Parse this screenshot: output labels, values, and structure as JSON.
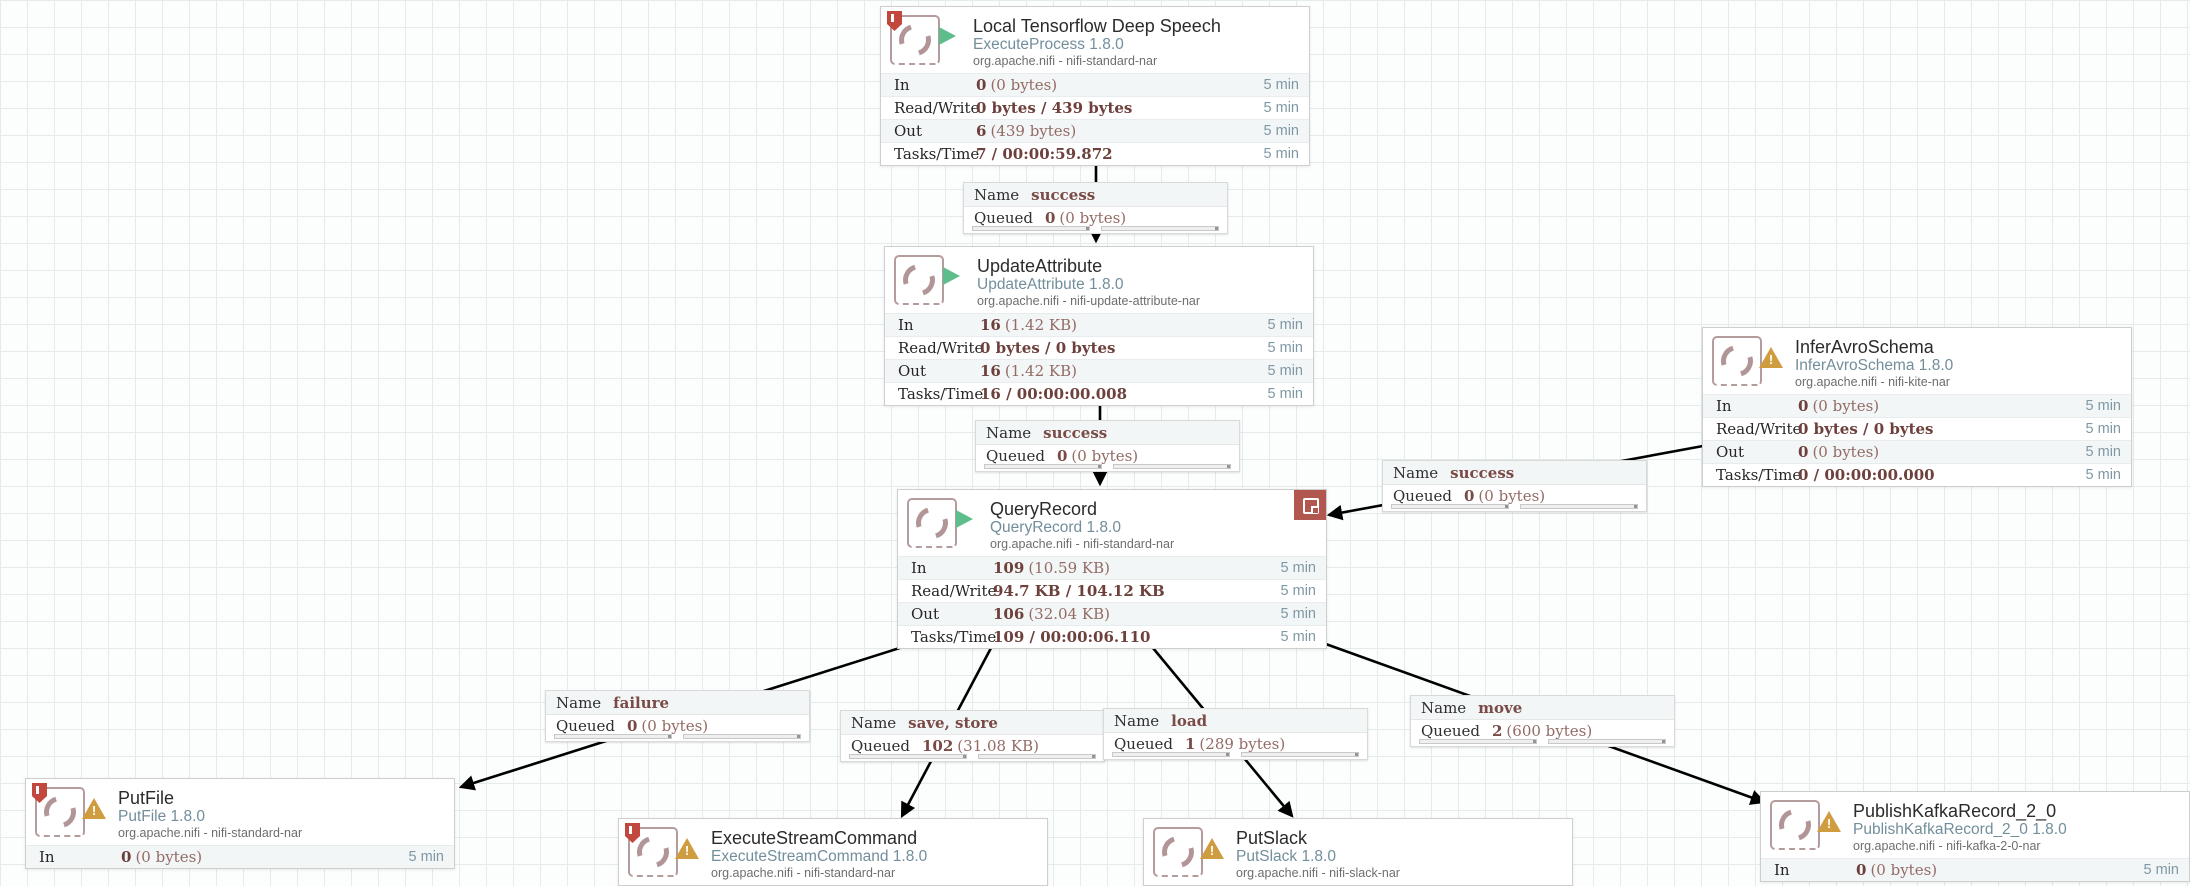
{
  "labels": {
    "name": "Name",
    "queued": "Queued",
    "stat_in": "In",
    "stat_read_write": "Read/Write",
    "stat_out": "Out",
    "stat_tasks_time": "Tasks/Time",
    "window": "5 min"
  },
  "colors": {
    "run_green": "#5dbe8c",
    "warning_amber": "#cf9c3f",
    "restricted_red": "#c2473d",
    "bulletin_red": "#b1574f",
    "value_maroon": "#7a4a46",
    "type_blue_gray": "#728e9b",
    "window_blue": "#7f98a5",
    "grid_line": "#e4ebeb"
  },
  "processors": [
    {
      "id": "p1",
      "title": "Local Tensorflow Deep Speech",
      "type": "ExecuteProcess 1.8.0",
      "bundle": "org.apache.nifi - nifi-standard-nar",
      "status": "running",
      "restricted": true,
      "bulletin": false,
      "stats": [
        {
          "label": "In",
          "bold": "0",
          "rest": "(0 bytes)",
          "window": "5 min"
        },
        {
          "label": "Read/Write",
          "bold": "0 bytes / 439 bytes",
          "rest": "",
          "window": "5 min"
        },
        {
          "label": "Out",
          "bold": "6",
          "rest": "(439 bytes)",
          "window": "5 min"
        },
        {
          "label": "Tasks/Time",
          "bold": "7 / 00:00:59.872",
          "rest": "",
          "window": "5 min"
        }
      ]
    },
    {
      "id": "ua",
      "title": "UpdateAttribute",
      "type": "UpdateAttribute 1.8.0",
      "bundle": "org.apache.nifi - nifi-update-attribute-nar",
      "status": "running",
      "restricted": false,
      "bulletin": false,
      "stats": [
        {
          "label": "In",
          "bold": "16",
          "rest": "(1.42 KB)",
          "window": "5 min"
        },
        {
          "label": "Read/Write",
          "bold": "0 bytes / 0 bytes",
          "rest": "",
          "window": "5 min"
        },
        {
          "label": "Out",
          "bold": "16",
          "rest": "(1.42 KB)",
          "window": "5 min"
        },
        {
          "label": "Tasks/Time",
          "bold": "16 / 00:00:00.008",
          "rest": "",
          "window": "5 min"
        }
      ]
    },
    {
      "id": "ias",
      "title": "InferAvroSchema",
      "type": "InferAvroSchema 1.8.0",
      "bundle": "org.apache.nifi - nifi-kite-nar",
      "status": "warning",
      "restricted": false,
      "bulletin": false,
      "stats": [
        {
          "label": "In",
          "bold": "0",
          "rest": "(0 bytes)",
          "window": "5 min"
        },
        {
          "label": "Read/Write",
          "bold": "0 bytes / 0 bytes",
          "rest": "",
          "window": "5 min"
        },
        {
          "label": "Out",
          "bold": "0",
          "rest": "(0 bytes)",
          "window": "5 min"
        },
        {
          "label": "Tasks/Time",
          "bold": "0 / 00:00:00.000",
          "rest": "",
          "window": "5 min"
        }
      ]
    },
    {
      "id": "qr",
      "title": "QueryRecord",
      "type": "QueryRecord 1.8.0",
      "bundle": "org.apache.nifi - nifi-standard-nar",
      "status": "running",
      "restricted": false,
      "bulletin": true,
      "stats": [
        {
          "label": "In",
          "bold": "109",
          "rest": "(10.59 KB)",
          "window": "5 min"
        },
        {
          "label": "Read/Write",
          "bold": "94.7 KB / 104.12 KB",
          "rest": "",
          "window": "5 min"
        },
        {
          "label": "Out",
          "bold": "106",
          "rest": "(32.04 KB)",
          "window": "5 min"
        },
        {
          "label": "Tasks/Time",
          "bold": "109 / 00:00:06.110",
          "rest": "",
          "window": "5 min"
        }
      ]
    },
    {
      "id": "pf",
      "title": "PutFile",
      "type": "PutFile 1.8.0",
      "bundle": "org.apache.nifi - nifi-standard-nar",
      "status": "warning",
      "restricted": true,
      "bulletin": false,
      "stats": [
        {
          "label": "In",
          "bold": "0",
          "rest": "(0 bytes)",
          "window": "5 min"
        }
      ]
    },
    {
      "id": "esc",
      "title": "ExecuteStreamCommand",
      "type": "ExecuteStreamCommand 1.8.0",
      "bundle": "org.apache.nifi - nifi-standard-nar",
      "status": "warning",
      "restricted": true,
      "bulletin": false,
      "stats": []
    },
    {
      "id": "ps",
      "title": "PutSlack",
      "type": "PutSlack 1.8.0",
      "bundle": "org.apache.nifi - nifi-slack-nar",
      "status": "warning",
      "restricted": false,
      "bulletin": false,
      "stats": []
    },
    {
      "id": "pkr",
      "title": "PublishKafkaRecord_2_0",
      "type": "PublishKafkaRecord_2_0 1.8.0",
      "bundle": "org.apache.nifi - nifi-kafka-2-0-nar",
      "status": "warning",
      "restricted": false,
      "bulletin": false,
      "stats": [
        {
          "label": "In",
          "bold": "0",
          "rest": "(0 bytes)",
          "window": "5 min"
        }
      ]
    }
  ],
  "connections": [
    {
      "id": "c1",
      "name": "success",
      "queued_count": "0",
      "queued_size": "(0 bytes)"
    },
    {
      "id": "c2",
      "name": "success",
      "queued_count": "0",
      "queued_size": "(0 bytes)"
    },
    {
      "id": "c3",
      "name": "success",
      "queued_count": "0",
      "queued_size": "(0 bytes)"
    },
    {
      "id": "c4",
      "name": "failure",
      "queued_count": "0",
      "queued_size": "(0 bytes)"
    },
    {
      "id": "c5",
      "name": "save, store",
      "queued_count": "102",
      "queued_size": "(31.08 KB)"
    },
    {
      "id": "c6",
      "name": "load",
      "queued_count": "1",
      "queued_size": "(289 bytes)"
    },
    {
      "id": "c7",
      "name": "move",
      "queued_count": "2",
      "queued_size": "(600 bytes)"
    }
  ]
}
